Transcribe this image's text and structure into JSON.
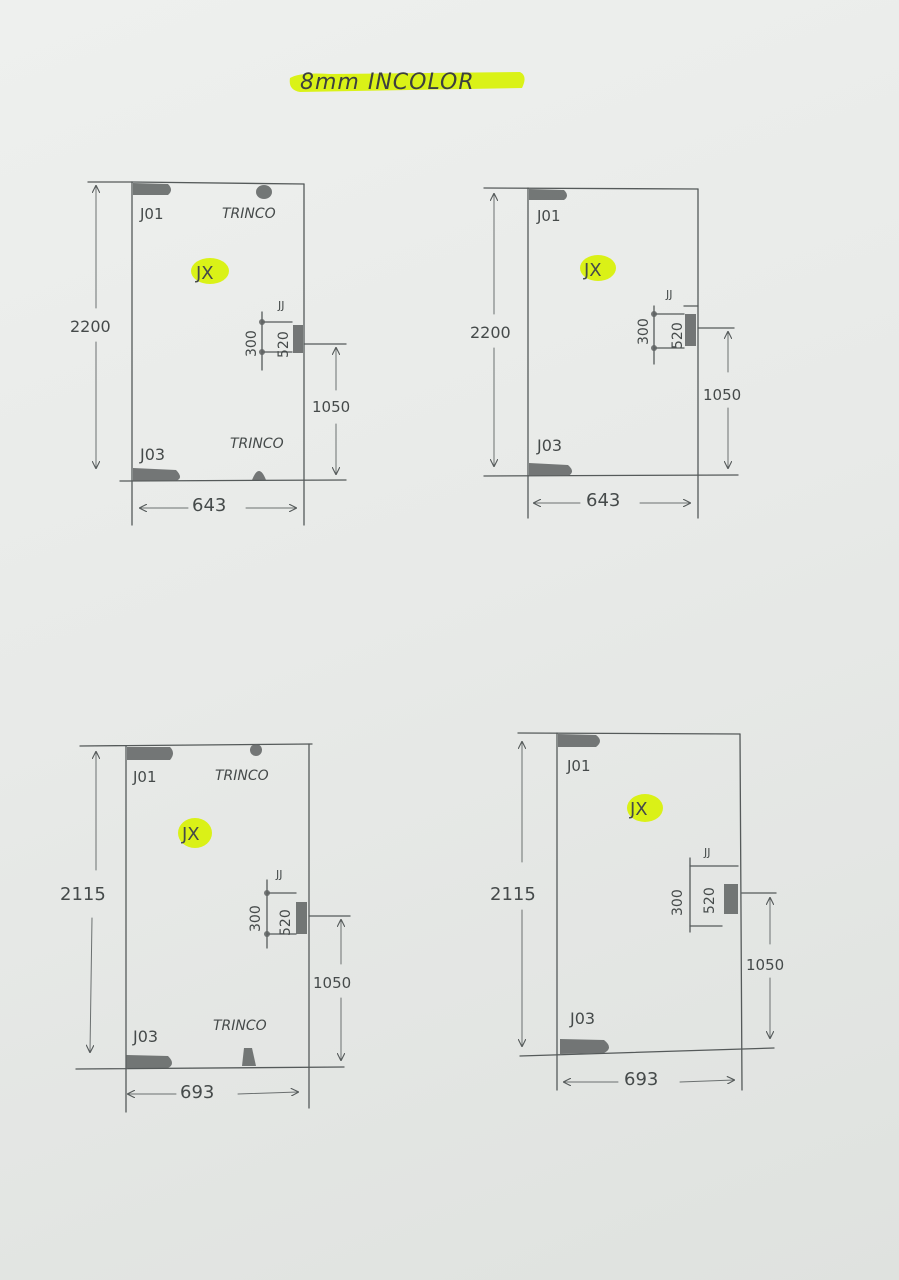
{
  "title": "8mm INCOLOR",
  "colors": {
    "highlight": "#d8f200",
    "pencil": "#555a5a",
    "paper": "#e9ebe9"
  },
  "panels": [
    {
      "jx": "JX",
      "top_left": "J01",
      "top_right": "TRINCO",
      "bottom_left": "J03",
      "bottom_right": "TRINCO",
      "handle_label": "JJ",
      "handle_a": "300",
      "handle_b": "520",
      "height": "2200",
      "width": "643",
      "handle_height": "1050"
    },
    {
      "jx": "JX",
      "top_left": "J01",
      "bottom_left": "J03",
      "handle_label": "JJ",
      "handle_a": "300",
      "handle_b": "520",
      "height": "2200",
      "width": "643",
      "handle_height": "1050"
    },
    {
      "jx": "JX",
      "top_left": "J01",
      "top_right": "TRINCO",
      "bottom_left": "J03",
      "bottom_right": "TRINCO",
      "handle_label": "JJ",
      "handle_a": "300",
      "handle_b": "520",
      "height": "2115",
      "width": "693",
      "handle_height": "1050"
    },
    {
      "jx": "JX",
      "top_left": "J01",
      "bottom_left": "J03",
      "handle_label": "JJ",
      "handle_a": "300",
      "handle_b": "520",
      "height": "2115",
      "width": "693",
      "handle_height": "1050"
    }
  ]
}
